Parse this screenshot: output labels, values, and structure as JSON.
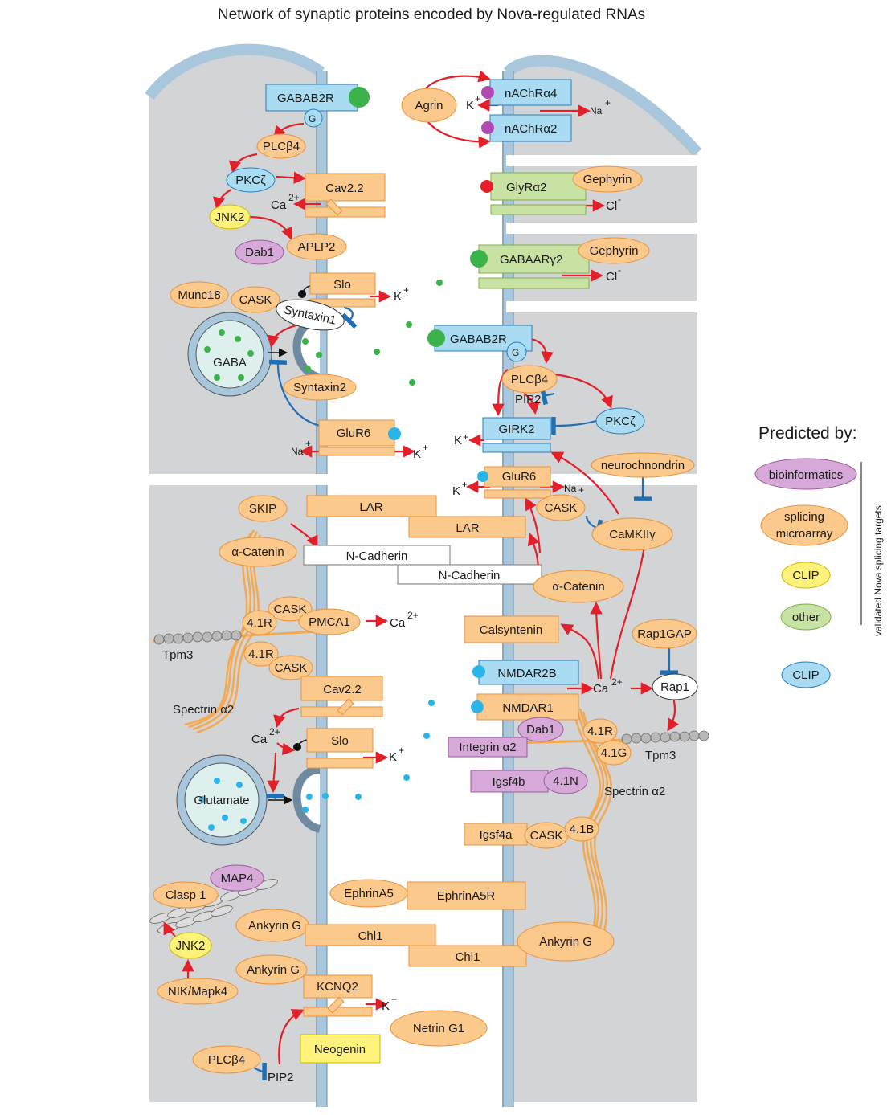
{
  "title": "Network of synaptic proteins encoded by Nova-regulated RNAs",
  "colors": {
    "splicing": "#fcc98d",
    "splicing_stroke": "#e8923a",
    "bioinformatics": "#d7a9d9",
    "clip_yellow": "#fff27a",
    "other_green": "#c8e2a4",
    "clip_blue": "#a9dcf2",
    "arrow_red": "#e3202a",
    "inhibit_blue": "#1f6fb2",
    "cytoplasm": "#d2d4d6",
    "membrane": "#a8c6dc"
  },
  "legend": {
    "heading": "Predicted by:",
    "side_label": "validated Nova splicing targets",
    "items": [
      {
        "label": "bioinformatics",
        "kind": "bioinformatics"
      },
      {
        "label": "splicing microarray",
        "kind": "splicing"
      },
      {
        "label": "CLIP",
        "kind": "clip_yellow"
      },
      {
        "label": "other",
        "kind": "other_green"
      },
      {
        "label": "CLIP",
        "kind": "clip_blue"
      }
    ]
  },
  "labels": {
    "gabab2r": "GABAB2R",
    "g": "G",
    "plcb4": "PLCβ4",
    "pkcz": "PKCζ",
    "cav22": "Cav2.2",
    "ca2": "Ca",
    "ca2_sup": "2+",
    "jnk2": "JNK2",
    "aplp2": "APLP2",
    "dab1": "Dab1",
    "slo": "Slo",
    "k": "K",
    "k_sup": "+",
    "munc18": "Munc18",
    "cask": "CASK",
    "syntaxin1": "Syntaxin1",
    "syntaxin2": "Syntaxin2",
    "gaba": "GABA",
    "glur6": "GluR6",
    "na": "Na",
    "agrin": "Agrin",
    "nachra4": "nAChRα4",
    "nachra2": "nAChRα2",
    "glyra2": "GlyRα2",
    "gephyrin": "Gephyrin",
    "cl": "Cl",
    "cl_sup": "-",
    "gabaarg2": "GABAARγ2",
    "pip2": "PIP2",
    "girk2": "GIRK2",
    "neurochondrin": "neurochnondrin",
    "camkii": "CaMKIIγ",
    "skip": "SKIP",
    "lar": "LAR",
    "acatenin": "α-Catenin",
    "ncadherin": "N-Cadherin",
    "p41r": "4.1R",
    "pmca1": "PMCA1",
    "tpm3": "Tpm3",
    "spectrin": "Spectrin α2",
    "calsyntenin": "Calsyntenin",
    "rap1gap": "Rap1GAP",
    "rap1": "Rap1",
    "nmdar2b": "NMDAR2B",
    "nmdar1": "NMDAR1",
    "integrin": "Integrin α2",
    "p41g": "4.1G",
    "igsf4b": "Igsf4b",
    "p41n": "4.1N",
    "igsf4a": "Igsf4a",
    "p41b": "4.1B",
    "glutamate": "Glutamate",
    "map4": "MAP4",
    "clasp1": "Clasp 1",
    "ephrina5": "EphrinA5",
    "ephrina5r": "EphrinA5R",
    "ankyring": "Ankyrin G",
    "chl1": "Chl1",
    "nik": "NIK/Mapk4",
    "kcnq2": "KCNQ2",
    "netring1": "Netrin G1",
    "neogenin": "Neogenin"
  }
}
